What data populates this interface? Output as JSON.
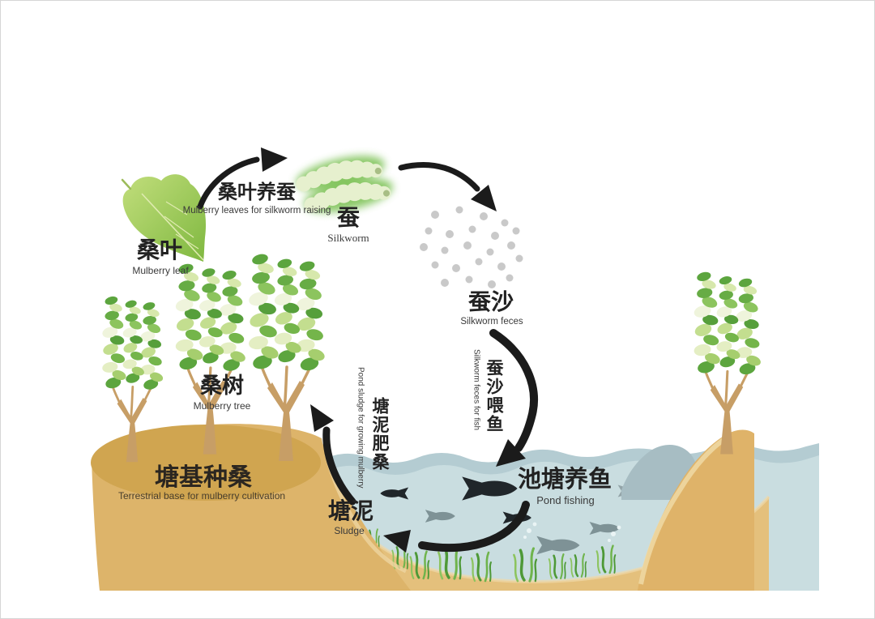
{
  "diagram": {
    "description": "Mulberry dyke and fish pond nutrient cycle",
    "nodes": {
      "mulberry_leaf": {
        "zh": "桑叶",
        "en": "Mulberry leaf"
      },
      "silkworm": {
        "zh": "蚕",
        "en": "Silkworm"
      },
      "silkworm_feces": {
        "zh": "蚕沙",
        "en": "Silkworm feces"
      },
      "pond_fishing": {
        "zh": "池塘养鱼",
        "en": "Pond fishing"
      },
      "sludge": {
        "zh": "塘泥",
        "en": "Sludge"
      },
      "mulberry_tree": {
        "zh": "桑树",
        "en": "Mulberry tree"
      },
      "terrestrial_base": {
        "zh": "塘基种桑",
        "en": "Terrestrial base for mulberry cultivation"
      }
    },
    "flows": {
      "leaf_to_silkworm": {
        "zh": "桑叶养蚕",
        "en": "Mulberry leaves for silkworm raising"
      },
      "feces_to_fish": {
        "zh": "蚕沙喂鱼",
        "en": "Silkworm feces for fish"
      },
      "sludge_to_mulberry": {
        "zh": "塘泥肥桑",
        "en": "Pond sludge for growing mulberry"
      }
    },
    "colors": {
      "bank_front": "#DDB46A",
      "bank_top": "#D0A550",
      "right_bank": "#DFB369",
      "water": "#C9DDE0",
      "water_band": "#B4CCD2",
      "sand": "#E4C07C",
      "arrow": "#1B1B1B",
      "dot": "#C9C9C9",
      "text_primary": "#222222",
      "text_secondary": "#3A3A3A"
    }
  }
}
